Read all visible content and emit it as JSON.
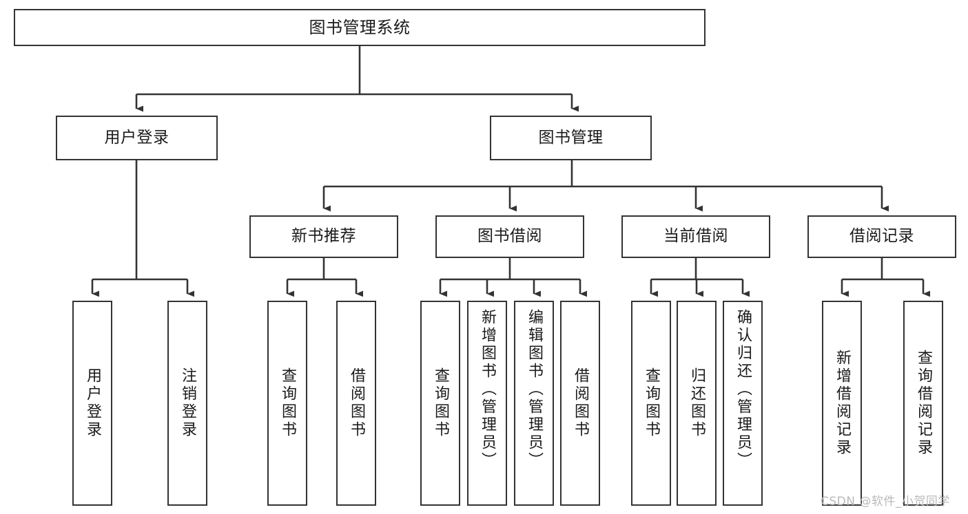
{
  "diagram": {
    "type": "tree-hierarchy",
    "title": "图书管理系统",
    "watermark": "CSDN @软件_小贺同学",
    "nodes": {
      "root": {
        "label": "图书管理系统"
      },
      "level1": [
        {
          "label": "用户登录"
        },
        {
          "label": "图书管理"
        }
      ],
      "level2": [
        {
          "label": "新书推荐"
        },
        {
          "label": "图书借阅"
        },
        {
          "label": "当前借阅"
        },
        {
          "label": "借阅记录"
        }
      ],
      "leaves": {
        "user_login": [
          {
            "label": "用户登录"
          },
          {
            "label": "注销登录"
          }
        ],
        "new_book_recommend": [
          {
            "label": "查询图书"
          },
          {
            "label": "借阅图书"
          }
        ],
        "book_borrow": [
          {
            "label": "查询图书"
          },
          {
            "label": "新增图书（管理员）"
          },
          {
            "label": "编辑图书（管理员）"
          },
          {
            "label": "借阅图书"
          }
        ],
        "current_borrow": [
          {
            "label": "查询图书"
          },
          {
            "label": "归还图书"
          },
          {
            "label": "确认归还（管理员）"
          }
        ],
        "borrow_records": [
          {
            "label": "新增借阅记录"
          },
          {
            "label": "查询借阅记录"
          }
        ]
      }
    },
    "colors": {
      "border": "#333333",
      "text": "#1a1a1a",
      "background": "#ffffff",
      "edge": "#333333",
      "watermark": "#b9b9b9"
    }
  }
}
